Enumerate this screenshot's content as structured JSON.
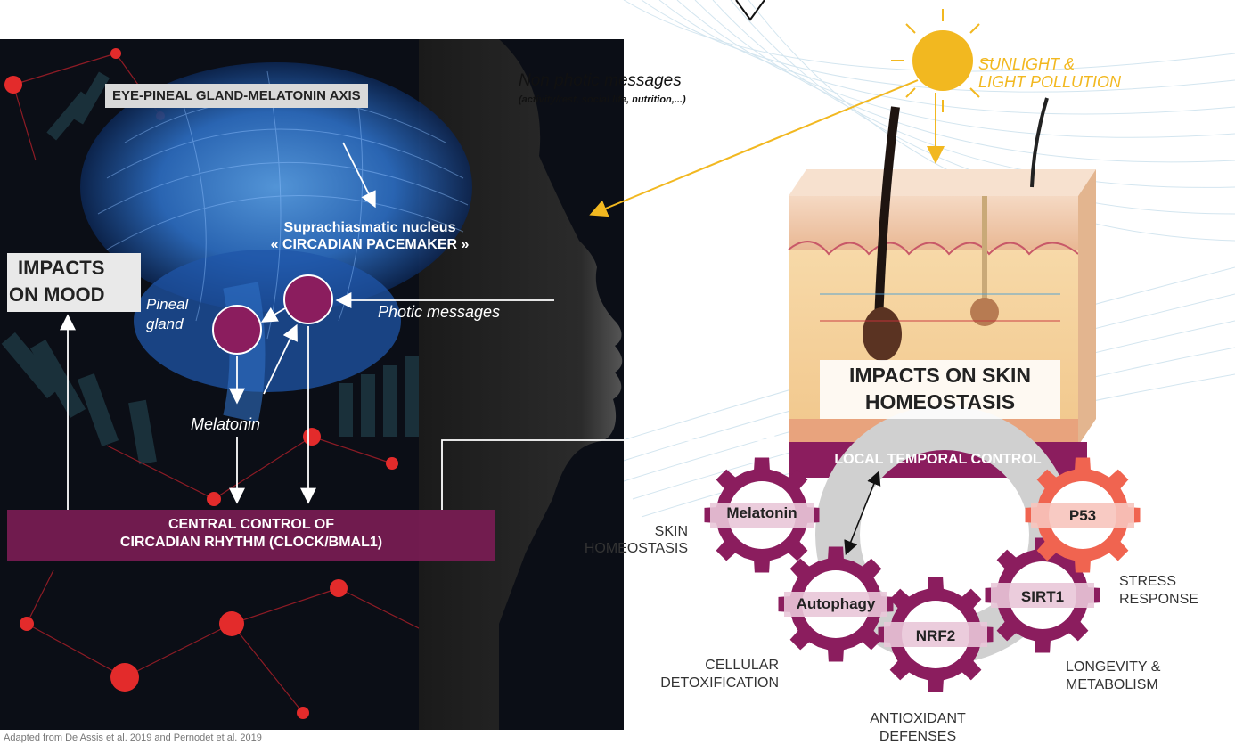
{
  "labels": {
    "axis_title": "EYE-PINEAL GLAND-MELATONIN AXIS",
    "non_photic_title": "Non photic messages",
    "non_photic_sub": "(activity/rest, social life, nutrition,...)",
    "sunlight_1": "SUNLIGHT &",
    "sunlight_2": "LIGHT POLLUTION",
    "scn_1": "Suprachiasmatic nucleus",
    "scn_2": "« CIRCADIAN PACEMAKER »",
    "impacts_mood_1": "IMPACTS",
    "impacts_mood_2": "ON MOOD",
    "pineal_1": "Pineal",
    "pineal_2": "gland",
    "photic": "Photic messages",
    "melatonin_brain": "Melatonin",
    "central_1": "CENTRAL CONTROL OF",
    "central_2": "CIRCADIAN RHYTHM (CLOCK/BMAL1)",
    "impacts_skin_1": "IMPACTS ON SKIN",
    "impacts_skin_2": "HOMEOSTASIS",
    "local_control": "LOCAL TEMPORAL CONTROL",
    "skin_homeo_1": "SKIN",
    "skin_homeo_2": "HOMEOSTASIS",
    "stress_1": "STRESS",
    "stress_2": "RESPONSE",
    "cellular_1": "CELLULAR",
    "cellular_2": "DETOXIFICATION",
    "longevity_1": "LONGEVITY &",
    "longevity_2": "METABOLISM",
    "antiox_1": "ANTIOXIDANT",
    "antiox_2": "DEFENSES",
    "citation": "Adapted from De Assis et al. 2019 and Pernodet et al. 2019"
  },
  "gears": [
    {
      "label": "Melatonin",
      "color": "#8b1d5e"
    },
    {
      "label": "Autophagy",
      "color": "#8b1d5e"
    },
    {
      "label": "NRF2",
      "color": "#8b1d5e"
    },
    {
      "label": "SIRT1",
      "color": "#8b1d5e"
    },
    {
      "label": "P53",
      "color": "#f06450"
    }
  ],
  "colors": {
    "brand_purple": "#8b1d5e",
    "sun_yellow": "#f2b820",
    "coral": "#f06450",
    "gray_gear": "#cfcfcf"
  }
}
